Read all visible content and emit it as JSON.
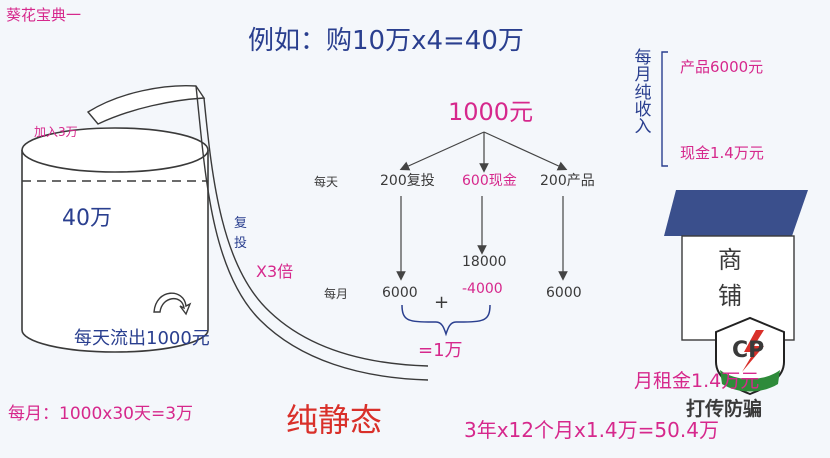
{
  "title_top_left": "葵花宝典一",
  "example_heading": "例如：购10万x4=40万",
  "tank": {
    "add_label": "加入3万",
    "amount_label": "40万",
    "outflow_label": "每天流出1000元",
    "reinvest_label": "复投",
    "multiplier_label": "X3倍"
  },
  "tree": {
    "root": "1000元",
    "daily_label": "每天",
    "branch_reinvest": "200复投",
    "branch_cash": "600现金",
    "branch_product": "200产品",
    "monthly_label": "每月",
    "month_reinvest": "6000",
    "month_cash_gross": "18000",
    "month_cash_minus": "-4000",
    "month_product": "6000",
    "plus_sign": "+",
    "sum_label": "=1万"
  },
  "monthly_income": {
    "vertical_label": "每月纯收入",
    "product_line": "产品6000元",
    "cash_line": "现金1.4万元"
  },
  "shop": {
    "sign_line1": "商",
    "sign_line2": "铺",
    "rent_label": "月租金1.4万元"
  },
  "bottom": {
    "monthly_calc": "每月：1000x30天=3万",
    "passive_title": "纯静态",
    "yearly_calc": "3年x12个月x1.4万=50.4万"
  },
  "watermark": {
    "text": "打传防骗",
    "logo_letters": "CP"
  },
  "colors": {
    "pink": "#d6288c",
    "blue": "#2a3f8f",
    "red": "#d9302a",
    "roof": "#3a4f8c",
    "background": "#f4f7fb"
  }
}
